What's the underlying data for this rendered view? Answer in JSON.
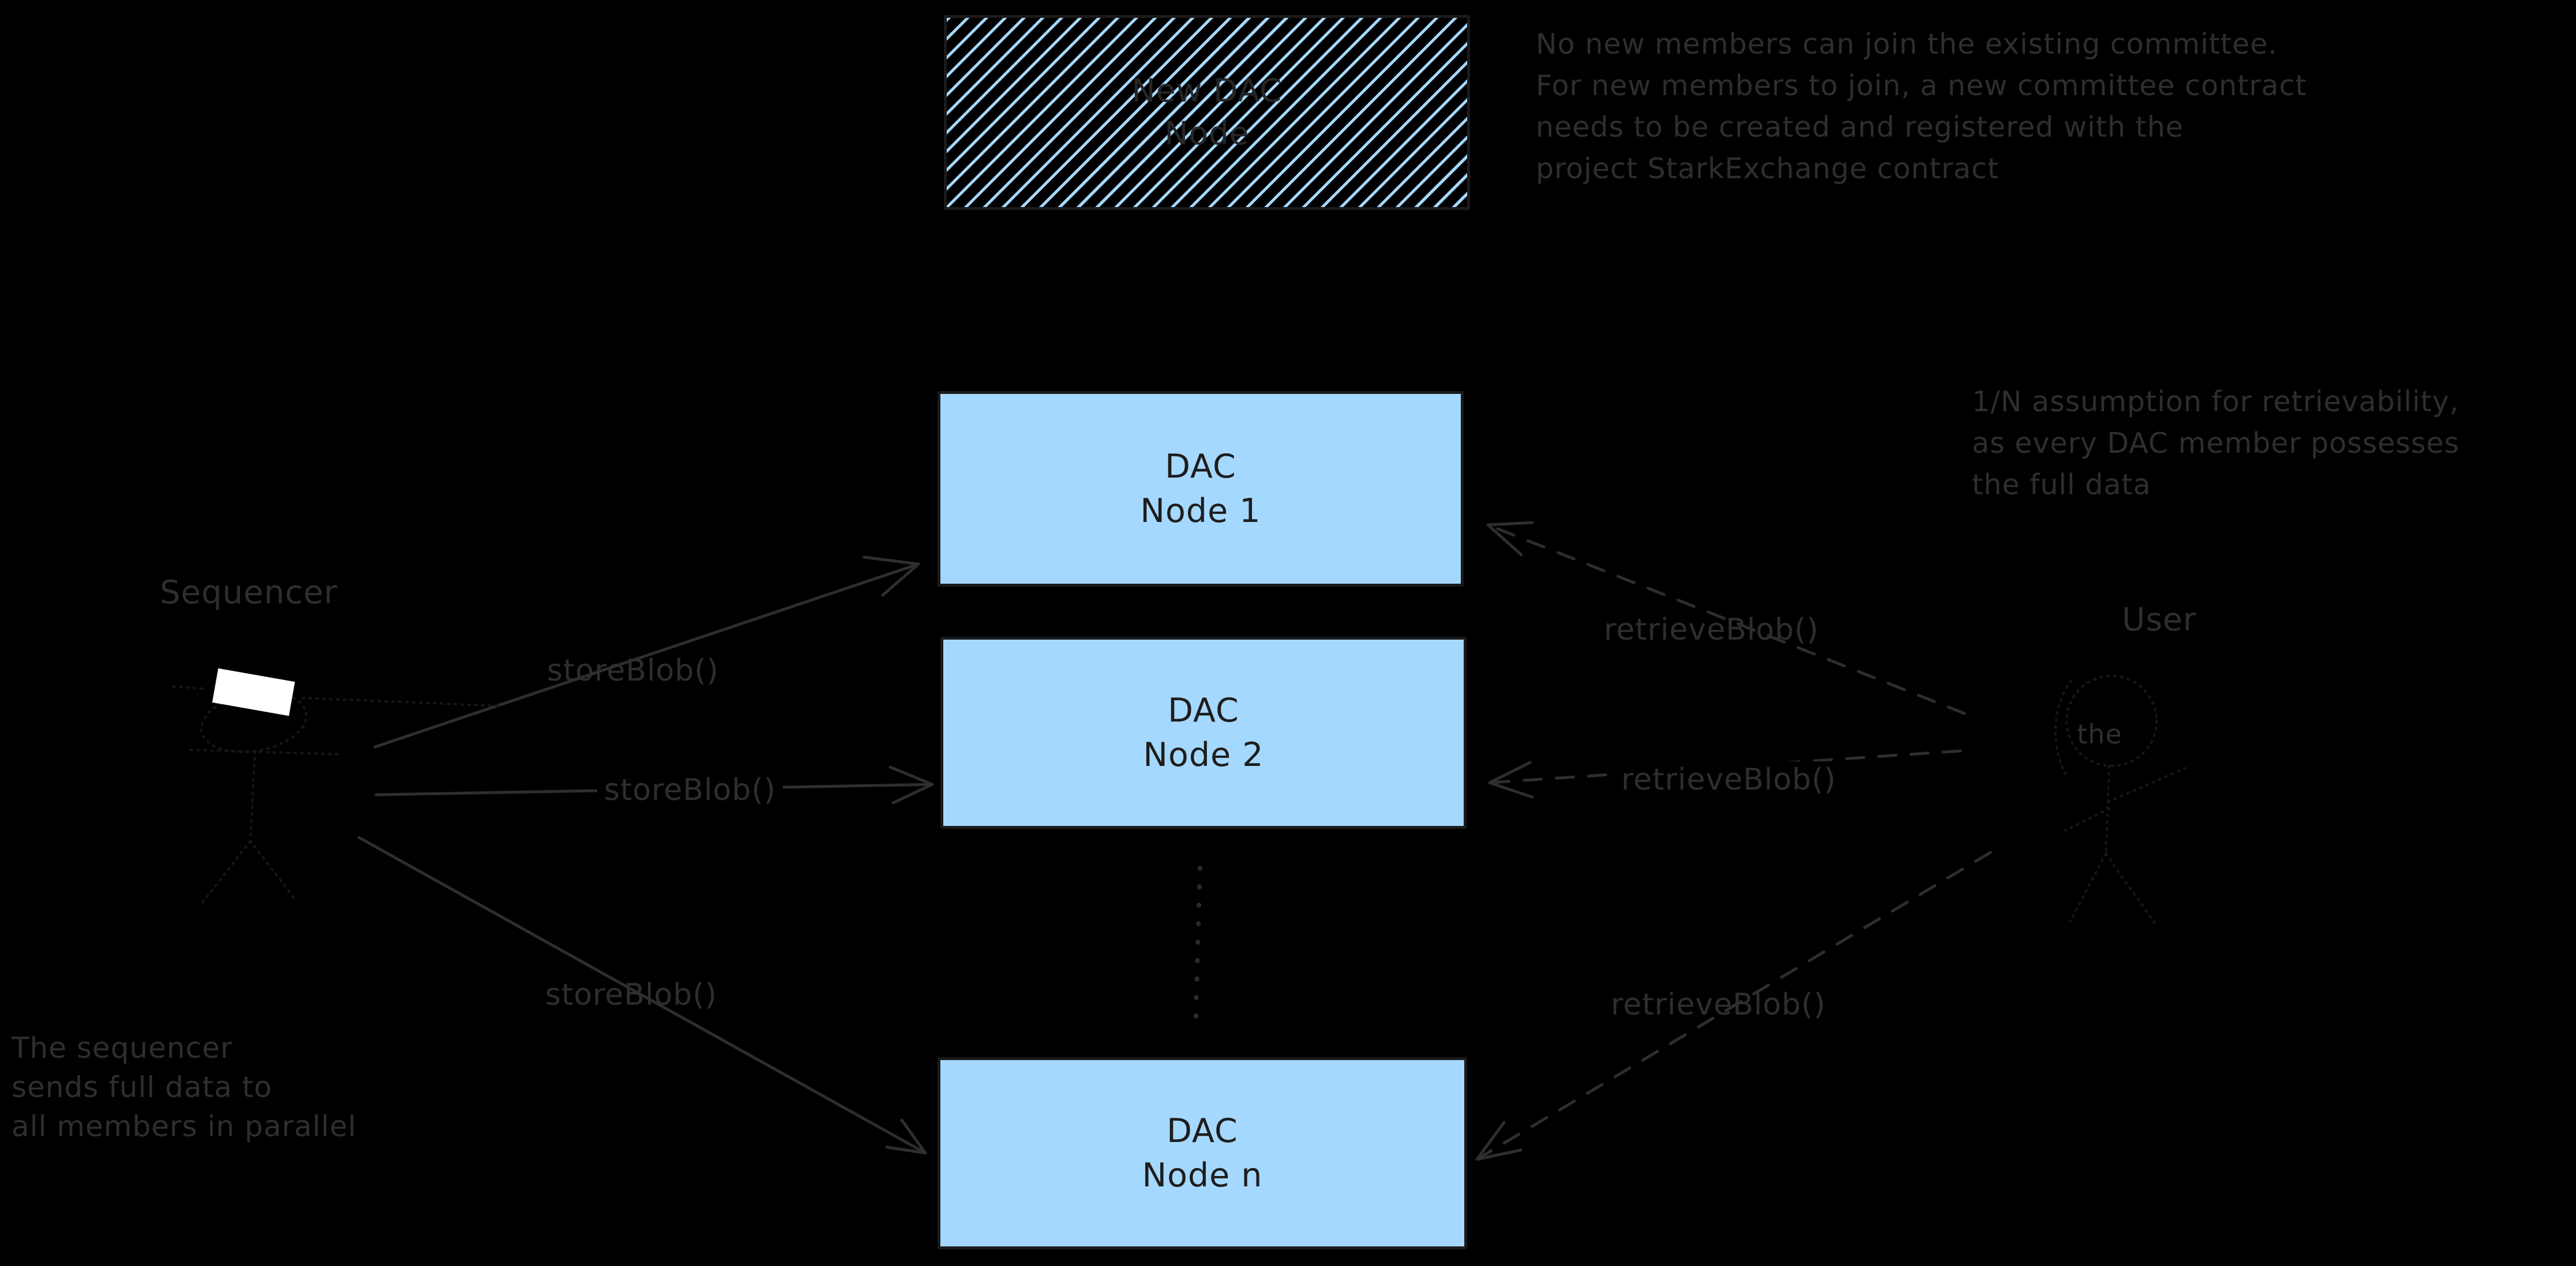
{
  "diagram": {
    "colors": {
      "background": "#000000",
      "node_fill": "#a5d8ff",
      "ink": "#1d1d1d",
      "box_border": "#1b1b1b",
      "annotation": "#2e2e2e",
      "hatch_text": "#262626",
      "figure": "#161616",
      "dotted": "#2a2a2a",
      "white": "#ffffff"
    },
    "new_dac_node_box": {
      "line1": "New DAC",
      "line2": "Node"
    },
    "nodes": [
      {
        "line1": "DAC",
        "line2": "Node 1"
      },
      {
        "line1": "DAC",
        "line2": "Node 2"
      },
      {
        "line1": "DAC",
        "line2": "Node n"
      }
    ],
    "actors": {
      "sequencer_label": "Sequencer",
      "user_label": "User"
    },
    "edge_labels": {
      "store": [
        "storeBlob()",
        "storeBlob()",
        "storeBlob()"
      ],
      "retrieve": [
        "retrieveBlob()",
        "retrieveBlob()",
        "retrieveBlob()"
      ]
    },
    "notes": {
      "top_right": [
        "No new members can join the existing committee.",
        "For new members to join, a new committee contract",
        "needs to be created and registered with the",
        "project StarkExchange contract"
      ],
      "right": [
        "1/N assumption for retrievability,",
        "as every DAC member possesses",
        "the full data"
      ],
      "bottom_left": [
        "The sequencer",
        "sends full data to",
        "all members in parallel"
      ],
      "stray_word": "the"
    }
  }
}
